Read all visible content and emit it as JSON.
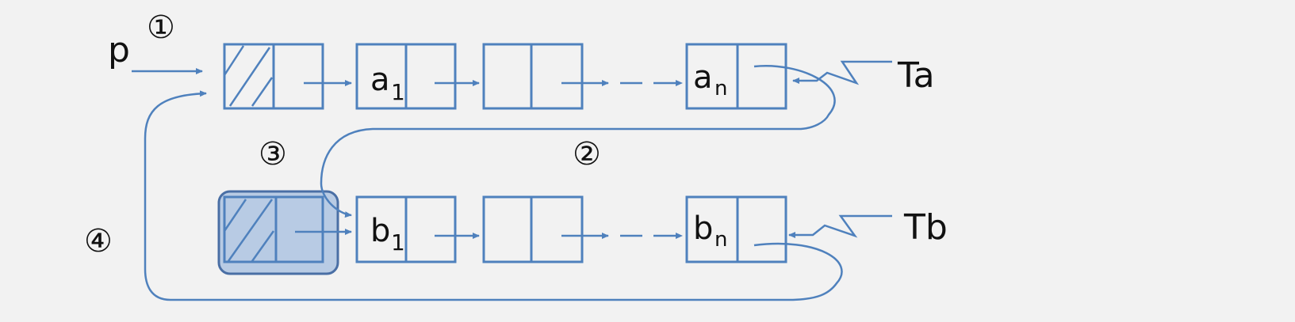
{
  "colors": {
    "line": "#4f81bd",
    "highlight_fill": "#b8cbe4",
    "highlight_stroke": "#4a6fa5",
    "background": "#f2f2f2",
    "text": "#111111"
  },
  "labels": {
    "p": "p",
    "ta": "Ta",
    "tb": "Tb",
    "a1_base": "a",
    "a1_sub": "1",
    "an_base": "a",
    "an_sub": "n",
    "b1_base": "b",
    "b1_sub": "1",
    "bn_base": "b",
    "bn_sub": "n"
  },
  "steps": {
    "s1": "①",
    "s2": "②",
    "s3": "③",
    "s4": "④"
  }
}
